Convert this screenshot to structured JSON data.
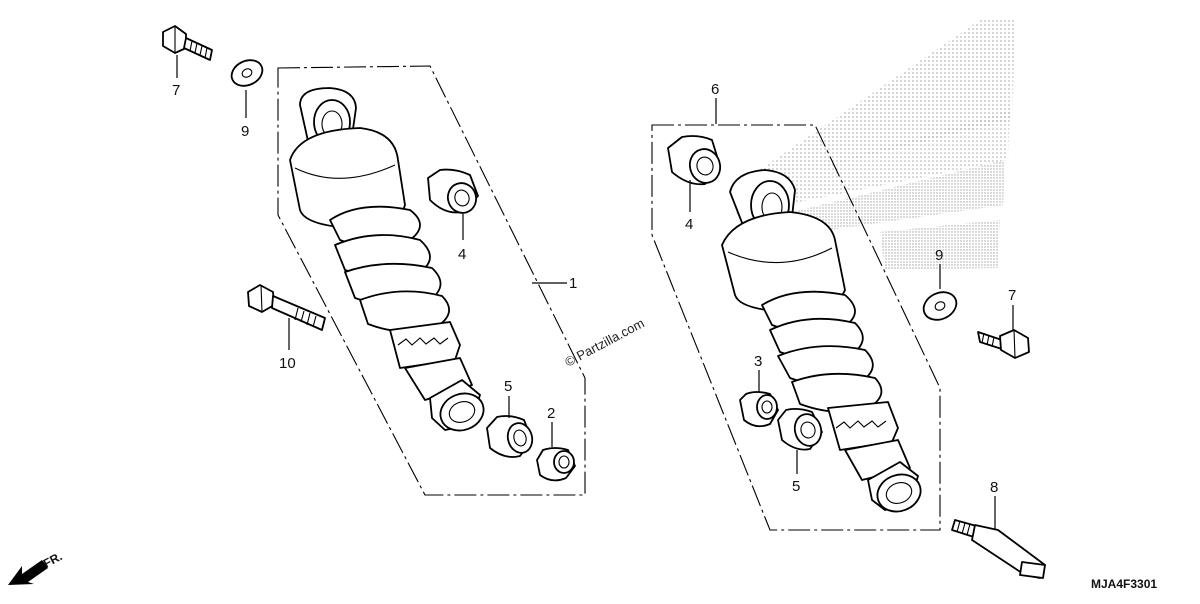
{
  "diagram": {
    "callouts": {
      "left_bolt_top": "7",
      "left_washer": "9",
      "left_bushing_top": "4",
      "left_shock_assembly": "1",
      "left_bolt_long": "10",
      "left_bushing_bottom": "5",
      "left_collar": "2",
      "right_shock_assembly": "6",
      "right_bushing_top": "4",
      "right_collar": "3",
      "right_bushing_bottom": "5",
      "right_washer": "9",
      "right_bolt": "7",
      "right_stud": "8"
    },
    "watermark": "© Partzilla.com",
    "direction_label": "FR.",
    "diagram_code": "MJA4F3301"
  }
}
